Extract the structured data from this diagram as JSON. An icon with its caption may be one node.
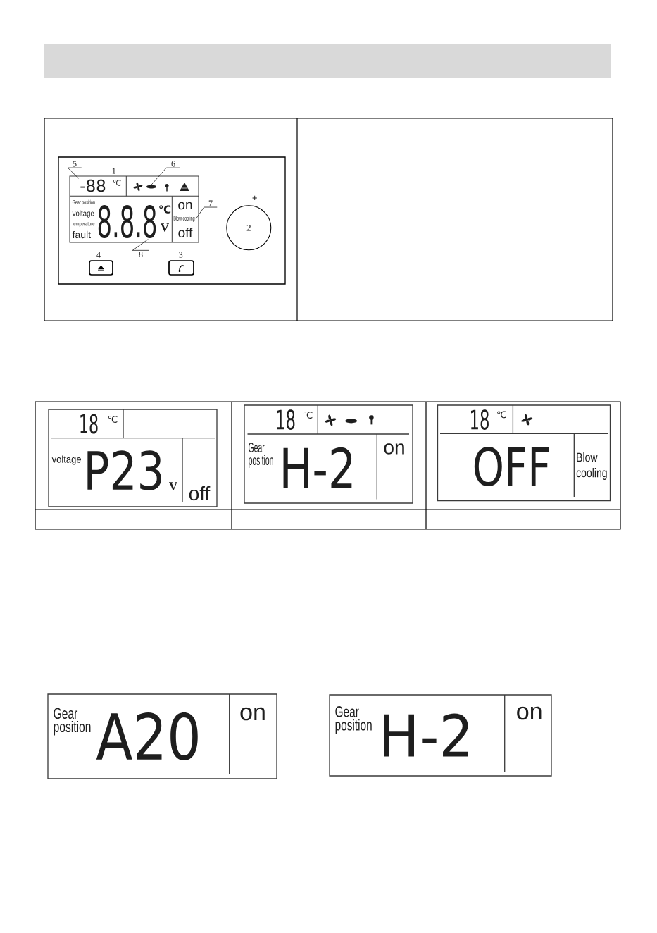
{
  "diagram": {
    "nodes": [
      {
        "text": [],
        "shape": "box"
      },
      {
        "text": [
          "5"
        ],
        "in": 0
      },
      {
        "text": [
          "6"
        ],
        "in": 0
      },
      {
        "text": [
          "℃",
          "Gear position",
          "voltage",
          "temperature",
          "fault",
          "℃",
          "V",
          "on",
          "off"
        ],
        "in": 0
      },
      {
        "text": [
          "-88"
        ],
        "in": 3
      },
      {
        "text": [],
        "shape": "picture",
        "in": 3
      },
      {
        "text": [
          "8.8.8"
        ],
        "in": 3
      },
      {
        "text": [
          "Blow cooling"
        ],
        "in": 3
      },
      {
        "text": [
          "7"
        ],
        "in": 0
      },
      {
        "text": [
          "2"
        ],
        "in": 0,
        "beside": [
          "+",
          "-"
        ]
      },
      {
        "text": [
          "8"
        ],
        "in": 0
      },
      {
        "text": [
          "18",
          "℃",
          "voltage",
          "P23",
          "V",
          "off"
        ]
      },
      {
        "text": [
          "18",
          "℃",
          "Gear position",
          "H-2",
          "on"
        ]
      },
      {
        "text": [
          "18",
          "℃",
          "OFF",
          "Blow cooling"
        ]
      },
      {
        "text": [
          "Gear position",
          "A20",
          "on"
        ]
      },
      {
        "text": [
          "Gear position",
          "H-2",
          "on"
        ]
      }
    ],
    "edges": [
      {
        "from": 1,
        "to": 4,
        "arrow": "none"
      },
      {
        "from": 2,
        "to": 5,
        "arrow": "none"
      },
      {
        "from": 8,
        "to": 7,
        "arrow": "none"
      },
      {
        "from": 10,
        "to": 6,
        "arrow": "none"
      }
    ],
    "labels": [
      "1",
      "4",
      "3"
    ]
  }
}
